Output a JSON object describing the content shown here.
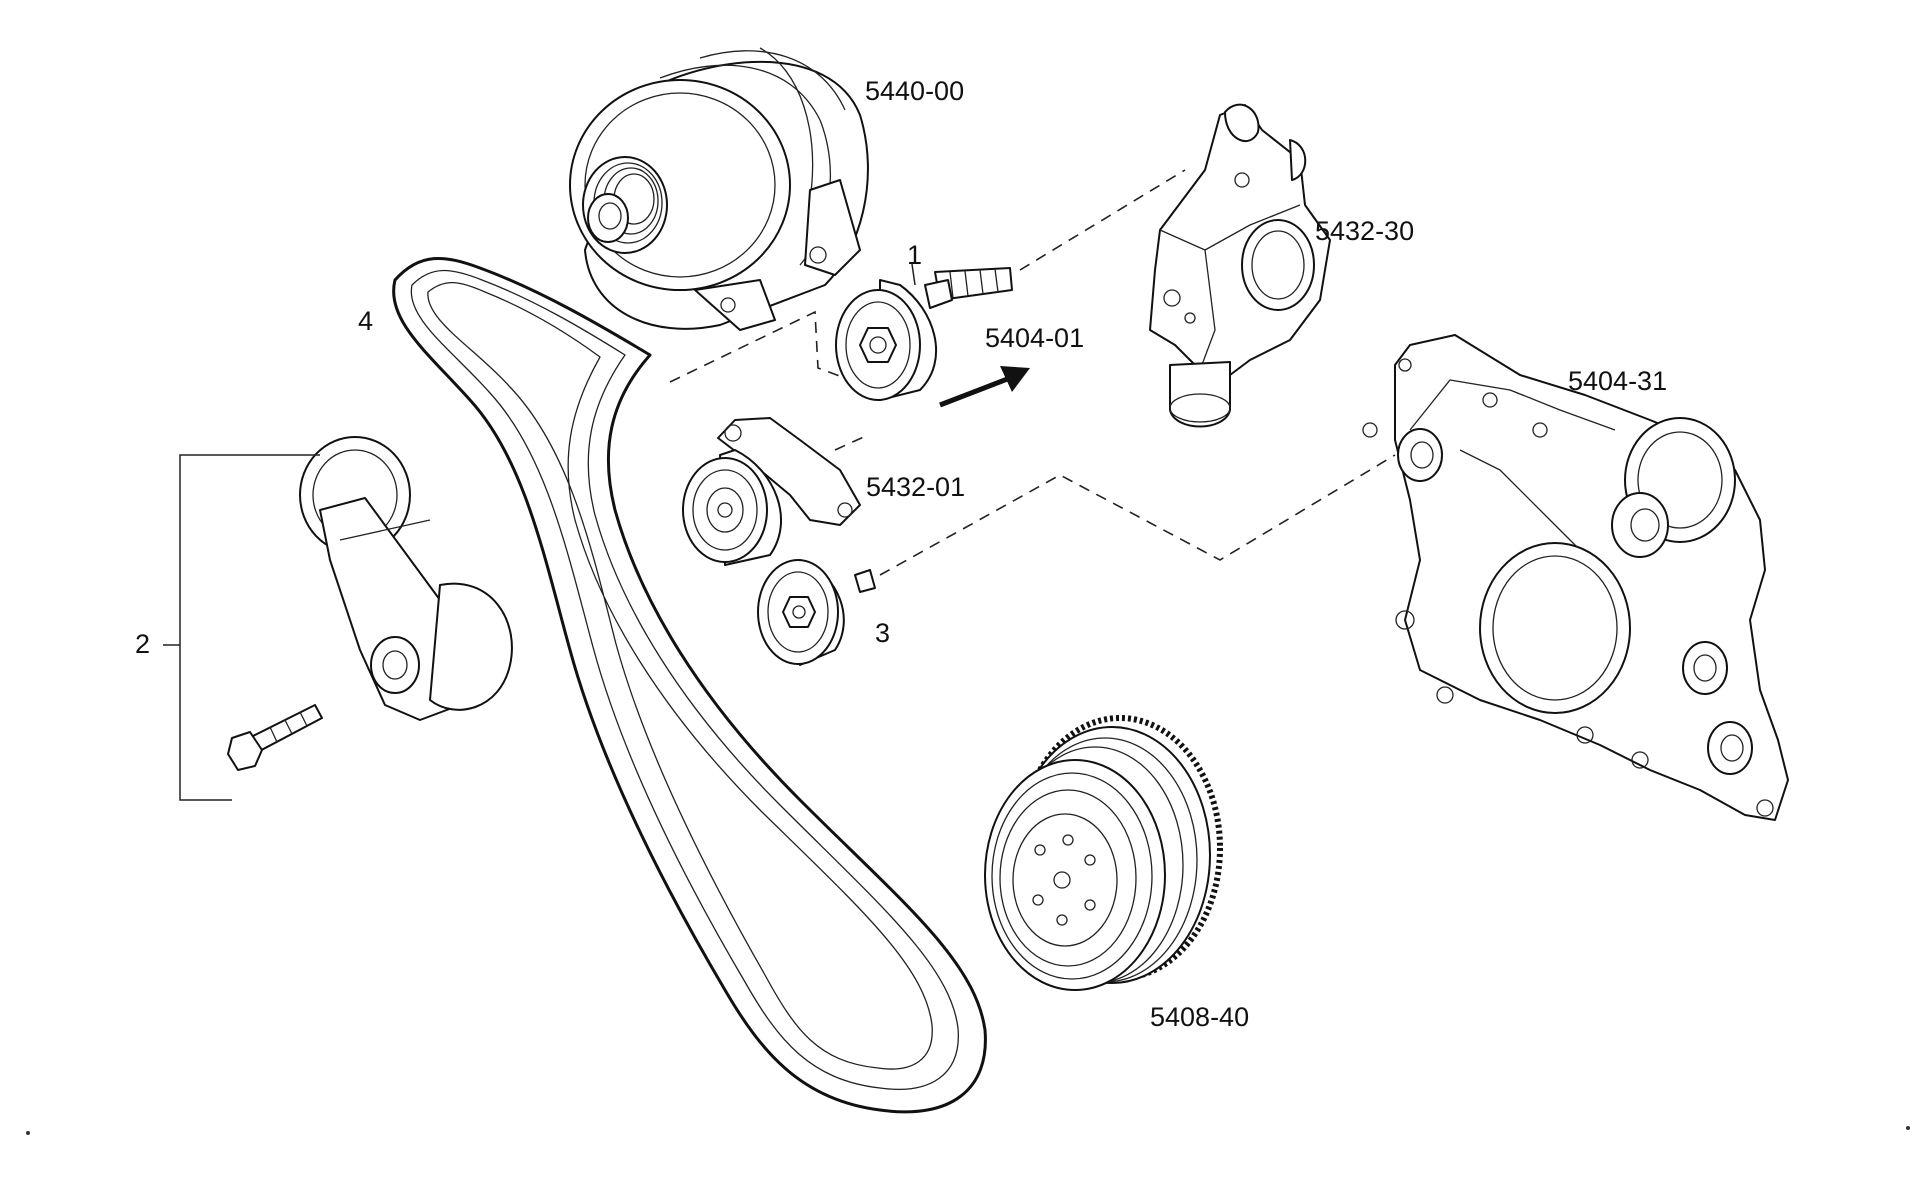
{
  "labels": {
    "alternator": "5440-00",
    "idler_pulley_1": "1",
    "idler_pulley_1_ref": "5404-01",
    "water_pump": "5432-30",
    "timing_cover": "5404-31",
    "belt": "4",
    "tensioner_assembly": "2",
    "tensioner_pulley_ref": "5432-01",
    "idler_pulley_3": "3",
    "crankshaft_damper": "5408-40"
  },
  "icons": {
    "arrow": "arrow-right-icon"
  },
  "colors": {
    "line": "#111111",
    "background": "#ffffff"
  }
}
